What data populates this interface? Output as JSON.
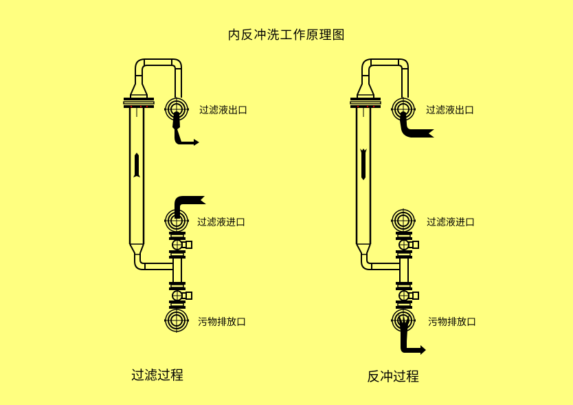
{
  "title": "内反冲洗工作原理图",
  "panels": [
    {
      "caption": "过滤过程",
      "labels": {
        "outlet": "过滤液出口",
        "inlet": "过滤液进口",
        "drain": "污物排放口"
      },
      "flow_direction": "up",
      "active_ports": [
        "outlet",
        "inlet"
      ]
    },
    {
      "caption": "反冲过程",
      "labels": {
        "outlet": "过滤液出口",
        "inlet": "过滤液进口",
        "drain": "污物排放口"
      },
      "flow_direction": "down",
      "active_ports": [
        "outlet",
        "drain"
      ]
    }
  ],
  "colors": {
    "background": "#ffff80",
    "line": "#000000",
    "accent": "#cc0000"
  }
}
